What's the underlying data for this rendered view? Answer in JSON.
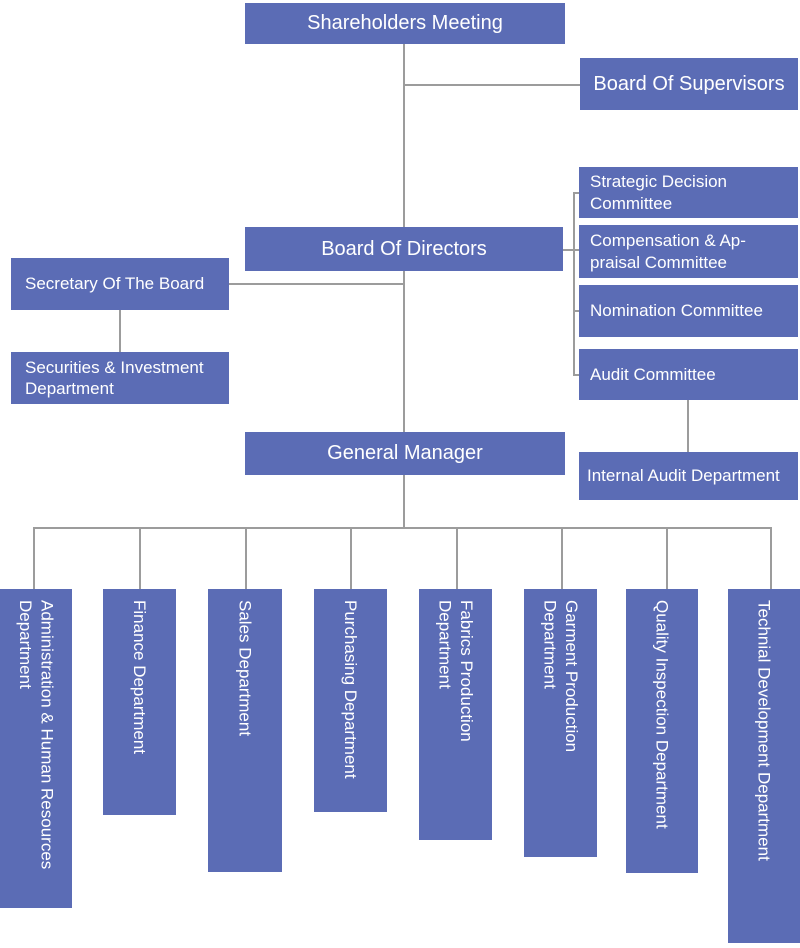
{
  "colors": {
    "node_fill": "#5b6cb5",
    "node_text": "#ffffff",
    "connector": "#9c9c9c",
    "background": "#ffffff"
  },
  "nodes": {
    "shareholders_meeting": "Shareholders Meeting",
    "board_of_supervisors": "Board Of Supervisors",
    "board_of_directors": "Board Of Directors",
    "general_manager": "General Manager",
    "secretary_of_the_board": "Secretary Of The Board",
    "securities_investment_department": "Securities & Investment\nDepartment",
    "internal_audit_department": "Internal Audit Department"
  },
  "committees": [
    {
      "label": "Strategic Decision\nCommittee"
    },
    {
      "label": "Compensation & Ap-\npraisal Committee"
    },
    {
      "label": "Nomination Committee"
    },
    {
      "label": "Audit Committee"
    }
  ],
  "departments": [
    {
      "label": "Administration & Human Resources\nDepartment"
    },
    {
      "label": "Finance Department"
    },
    {
      "label": "Sales Department"
    },
    {
      "label": "Purchasing Department"
    },
    {
      "label": "Fabrics Production\nDepartment"
    },
    {
      "label": "Garment Production\nDepartment"
    },
    {
      "label": "Quality Inspection Department"
    },
    {
      "label": "Technial Development Department"
    }
  ]
}
